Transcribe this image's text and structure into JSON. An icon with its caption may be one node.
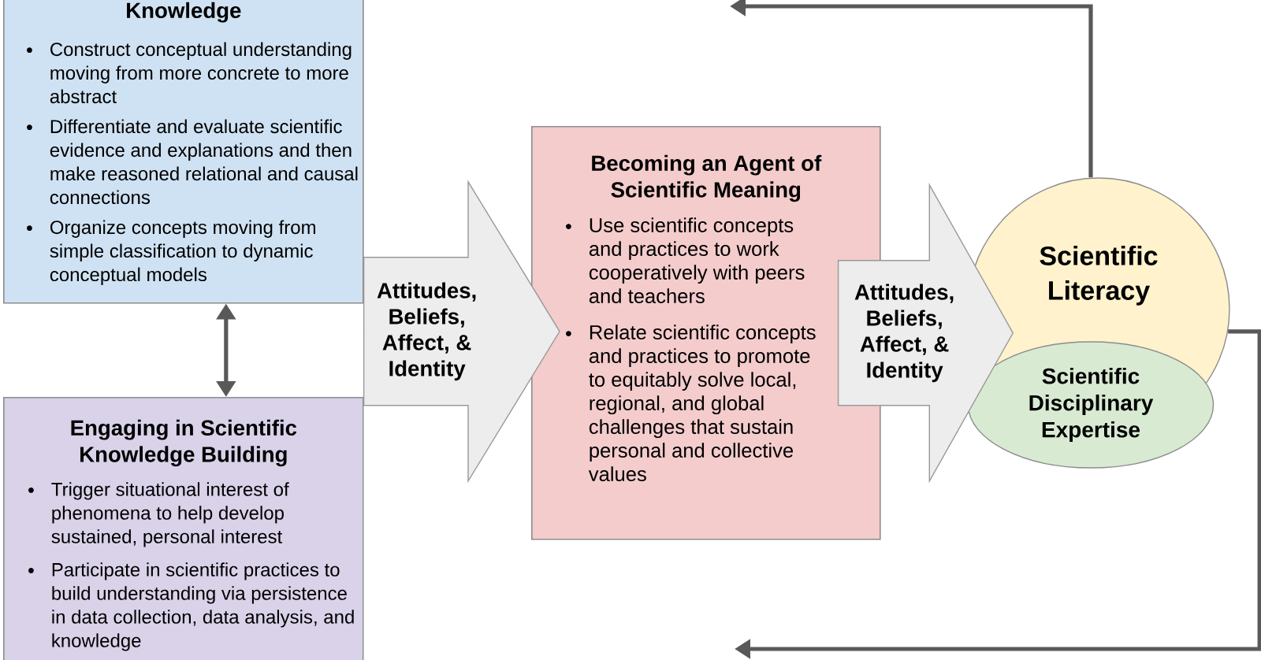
{
  "diagram": {
    "nodes": [
      {
        "text": [
          "Knowledge",
          "Construct  conceptual understanding moving from more concrete to more abstract",
          "Differentiate and evaluate scientific evidence and explanations and then make reasoned relational and causal connections",
          "Organize concepts moving from simple classification to dynamic conceptual models"
        ]
      },
      {
        "text": [
          "Engaging in Scientific Knowledge Building",
          "Trigger situational interest of phenomena to help develop sustained, personal interest",
          "Participate in scientific practices to build understanding via persistence in data collection, data analysis, and knowledge"
        ]
      },
      {
        "text": [
          "Becoming an Agent of Scientific Meaning",
          "Use scientific concepts and practices to work cooperatively with peers and teachers",
          "Relate scientific concepts and practices to promote to equitably solve  local, regional, and global challenges that sustain personal and collective values"
        ]
      },
      {
        "text": [
          "Scientific Literacy"
        ]
      },
      {
        "text": [
          "Scientific Disciplinary Expertise"
        ]
      }
    ],
    "edges": [
      {
        "from": 0,
        "to": 1,
        "arrow": "both"
      },
      {
        "from": 0,
        "to": 2,
        "arrow": "to",
        "label": "Attitudes, Beliefs, Affect, & Identity"
      },
      {
        "from": 1,
        "to": 2,
        "arrow": "to"
      },
      {
        "from": 2,
        "to": 3,
        "arrow": "to",
        "label": "Attitudes, Beliefs, Affect, & Identity"
      },
      {
        "from": 3,
        "to": null,
        "arrow": "to"
      },
      {
        "from": 3,
        "to": null,
        "arrow": "to"
      }
    ]
  }
}
